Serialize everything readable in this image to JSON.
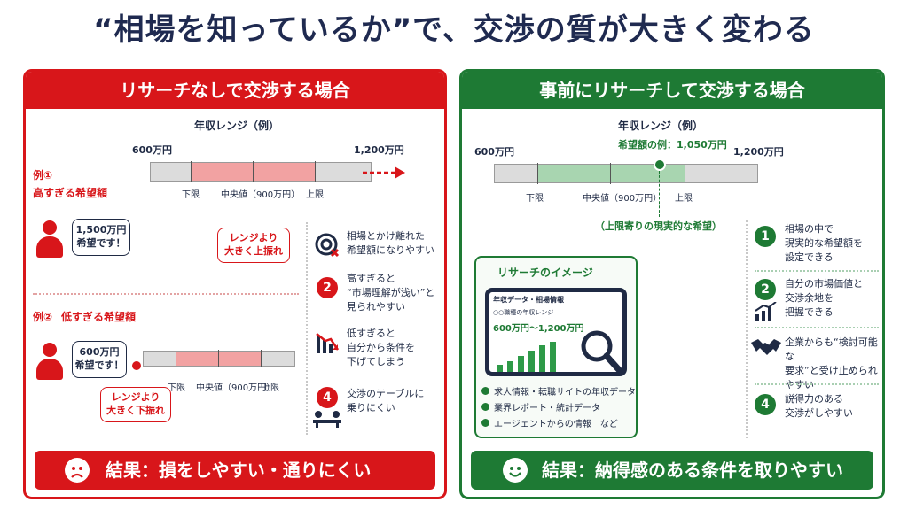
{
  "title": "“相場を知っているか”で、交渉の質が大きく変わる",
  "left": {
    "header": "リサーチなしで交渉する場合",
    "range_title": "年収レンジ（例）",
    "min_label": "600万円",
    "max_label": "1,200万円",
    "lower_label": "下限",
    "mid_label": "中央値（900万円）",
    "upper_label": "上限",
    "example1_label": "例①",
    "example1_title": "高すぎる希望額",
    "example1_bubble_l1": "1,500万円",
    "example1_bubble_l2": "希望です！",
    "above_note_l1": "レンジより",
    "above_note_l2": "大きく上振れ",
    "example2_label": "例②",
    "example2_title": "低すぎる希望額",
    "example2_bubble_l1": "600万円",
    "example2_bubble_l2": "希望です！",
    "below_note_l1": "レンジより",
    "below_note_l2": "大きく下振れ",
    "points": [
      {
        "icon": "target-miss-icon",
        "l1": "相場とかけ離れた",
        "l2": "希望額になりやすい",
        "l3": ""
      },
      {
        "num": "2",
        "l1": "高すぎると",
        "l2": "“市場理解が浅い”と",
        "l3": "見られやすい"
      },
      {
        "icon": "chart-down-icon",
        "l1": "低すぎると",
        "l2": "自分から条件を",
        "l3": "下げてしまう"
      },
      {
        "num": "4",
        "l1": "交渉のテーブルに",
        "l2": "乗りにくい",
        "l3": ""
      }
    ],
    "result": "結果：損をしやすい・通りにくい"
  },
  "right": {
    "header": "事前にリサーチして交渉する場合",
    "range_title": "年収レンジ（例）",
    "min_label": "600万円",
    "max_label": "1,200万円",
    "target_label": "希望額の例：1,050万円",
    "lower_label": "下限",
    "mid_label": "中央値（900万円）",
    "upper_label": "上限",
    "realistic_note": "（上限寄りの現実的な希望）",
    "image_title": "リサーチのイメージ",
    "tablet_title": "年収データ・相場情報",
    "tablet_sub": "○○職種の年収レンジ",
    "tablet_range": "600万円〜1,200万円",
    "sources": [
      "求人情報・転職サイトの年収データ",
      "業界レポート・統計データ",
      "エージェントからの情報　など"
    ],
    "points": [
      {
        "num": "1",
        "l1": "相場の中で",
        "l2": "現実的な希望額を",
        "l3": "設定できる"
      },
      {
        "num": "2",
        "l1": "自分の市場価値と",
        "l2": "交渉余地を",
        "l3": "把握できる"
      },
      {
        "icon": "handshake-icon",
        "l1": "企業からも“検討可能な",
        "l2": "要求”と受け止められ",
        "l3": "やすい"
      },
      {
        "num": "4",
        "l1": "説得力のある",
        "l2": "交渉がしやすい",
        "l3": ""
      }
    ],
    "result": "結果：納得感のある条件を取りやすい"
  },
  "colors": {
    "red": "#d8161a",
    "green": "#1e7a34",
    "navy": "#1f2a50"
  }
}
